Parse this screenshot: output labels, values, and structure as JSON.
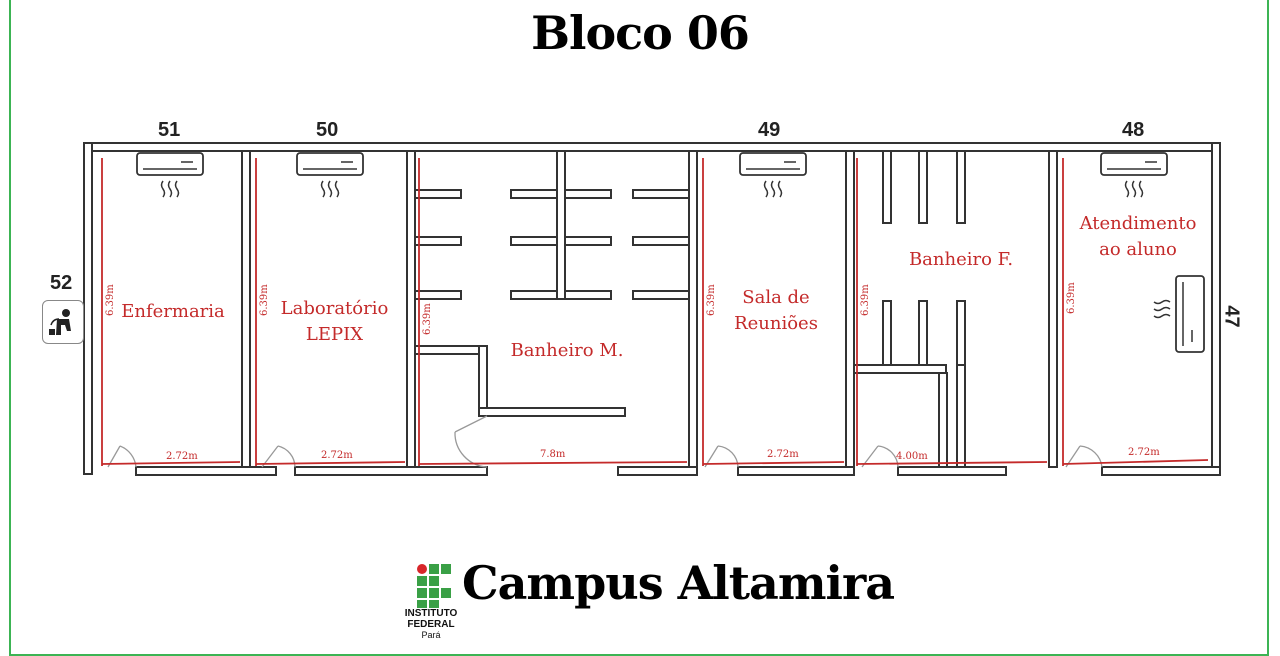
{
  "title": "Bloco 06",
  "room_numbers": {
    "r52": "52",
    "r51": "51",
    "r50": "50",
    "r49": "49",
    "r48": "48",
    "r47": "47"
  },
  "rooms": {
    "enfermaria": {
      "label": "Enfermaria",
      "width": "2.72m",
      "depth": "6.39m"
    },
    "laboratorio": {
      "label_line1": "Laboratório",
      "label_line2": "LEPIX",
      "width": "2.72m",
      "depth": "6.39m"
    },
    "banheiro_m": {
      "label": "Banheiro M.",
      "width": "7.8m",
      "depth": "6.39m"
    },
    "sala_reunioes": {
      "label_line1": "Sala de",
      "label_line2": "Reuniões",
      "width": "2.72m",
      "depth": "6.39m"
    },
    "banheiro_f": {
      "label": "Banheiro F.",
      "width": "4.00m",
      "depth": "6.39m"
    },
    "atendimento": {
      "label_line1": "Atendimento",
      "label_line2": "ao aluno",
      "width": "2.72m",
      "depth": "6.39m"
    }
  },
  "icons": {
    "air_conditioner": "air-conditioner-icon",
    "water_fountain": "water-fountain-icon",
    "logo": "ifpa-logo-icon"
  },
  "footer": {
    "campus": "Campus Altamira",
    "logo_line1": "INSTITUTO",
    "logo_line2": "FEDERAL",
    "logo_line3": "Pará"
  },
  "colors": {
    "wall": "#333333",
    "dimension": "#c42a2a",
    "frame": "#3cb454",
    "logo_green": "#3aa046",
    "logo_red": "#d8262a"
  }
}
